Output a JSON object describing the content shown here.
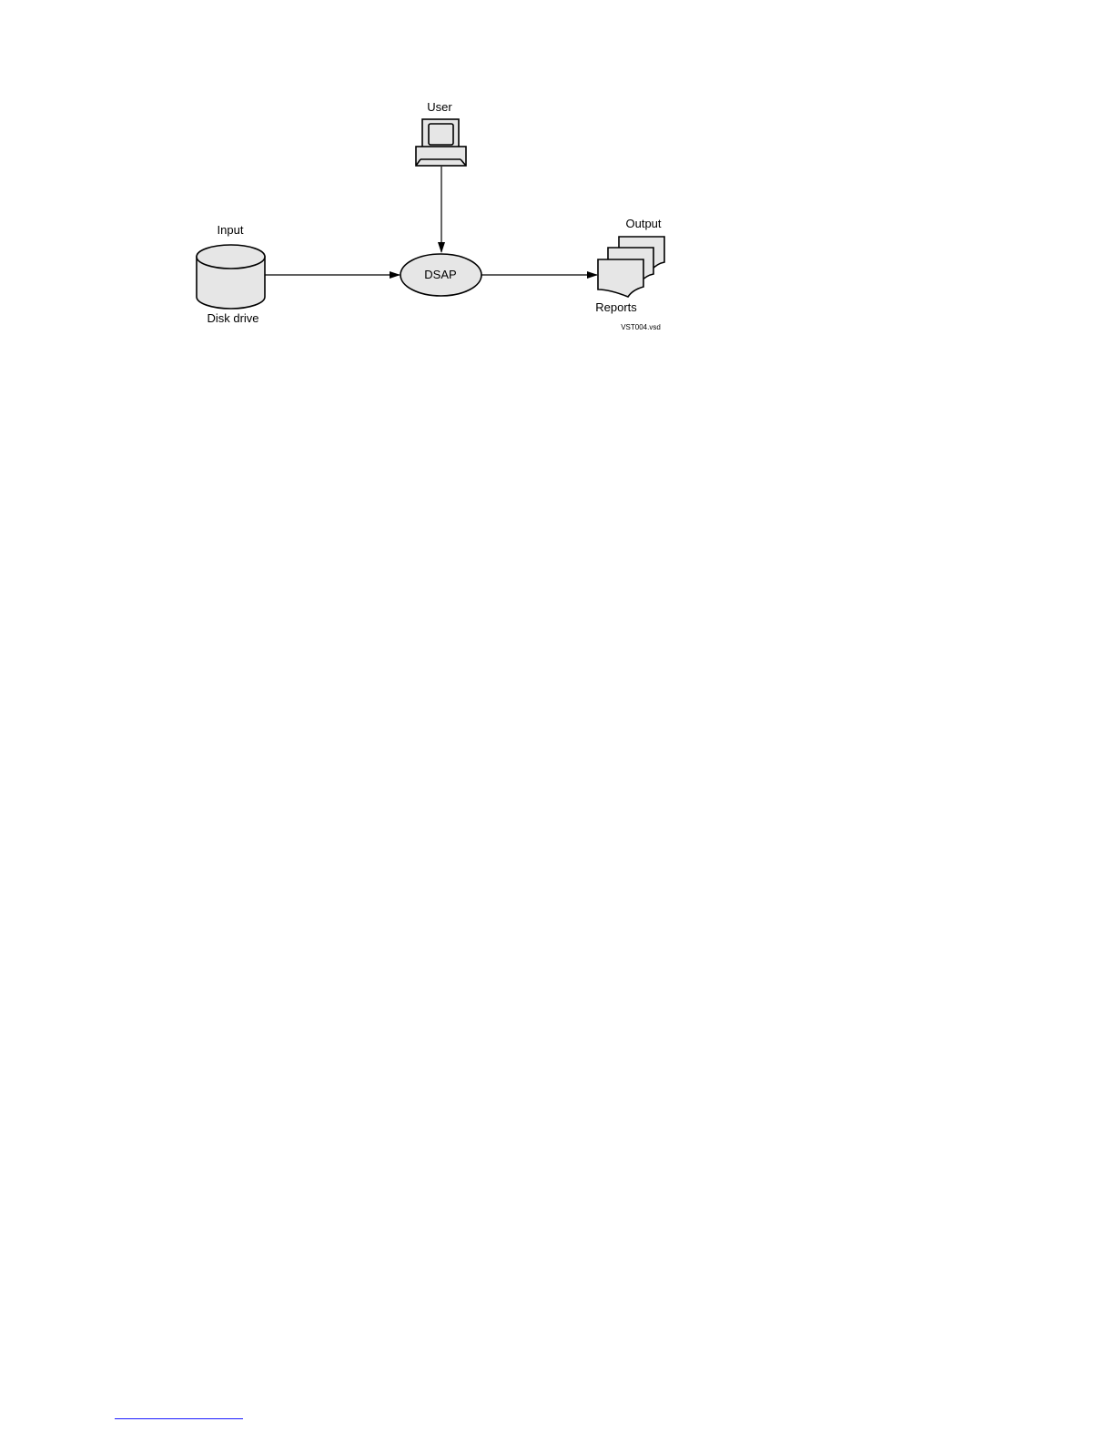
{
  "diagram": {
    "user_label": "User",
    "input_label": "Input",
    "disk_label": "Disk drive",
    "process_label": "DSAP",
    "output_label": "Output",
    "reports_label": "Reports",
    "file_label": "VST004.vsd"
  },
  "colors": {
    "shape_fill": "#e6e6e6",
    "stroke": "#000000",
    "footnote_rule": "#1a1aff"
  },
  "icons": [
    "terminal-icon",
    "disk-drive-icon",
    "reports-icon"
  ]
}
